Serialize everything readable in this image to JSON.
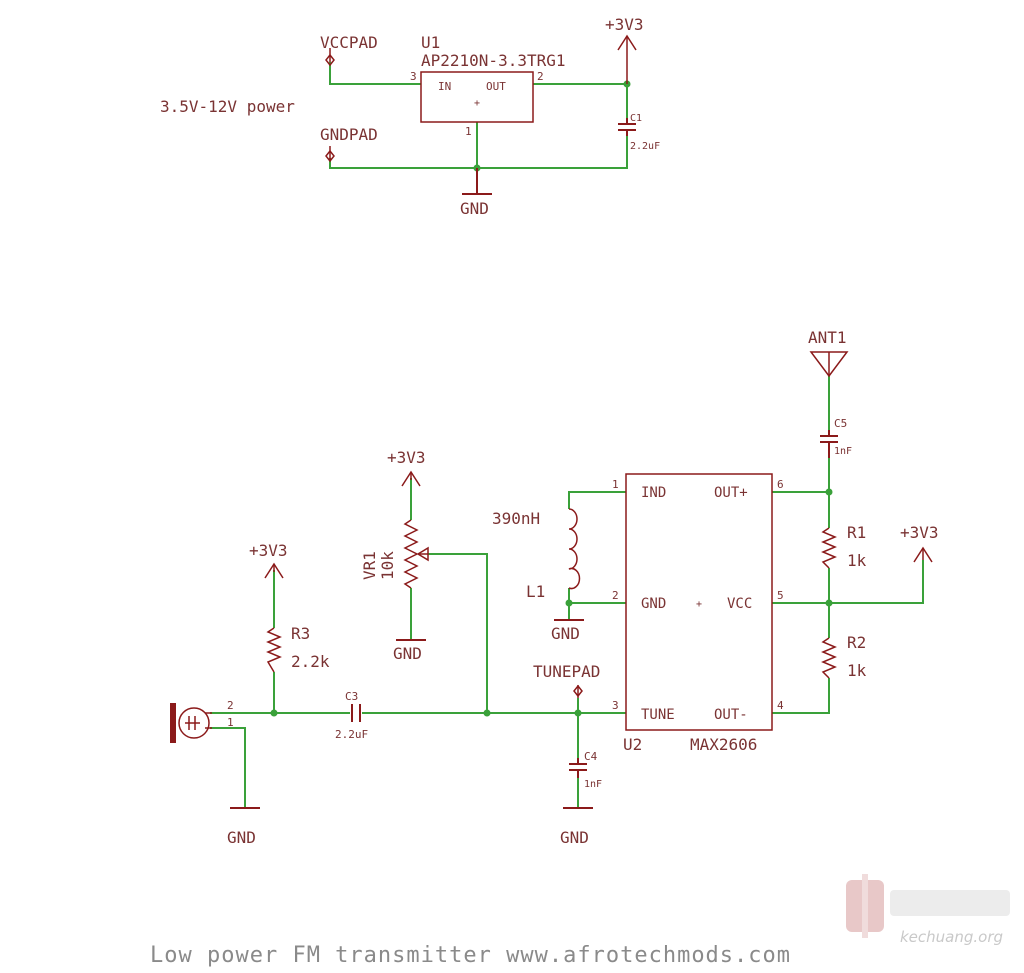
{
  "power": {
    "vccpad": "VCCPAD",
    "gndpad": "GNDPAD",
    "input_range": "3.5V-12V power",
    "reg_ref": "U1",
    "reg_part": "AP2210N-3.3TRG1",
    "reg_in": "IN",
    "reg_out": "OUT",
    "reg_pin_in": "3",
    "reg_pin_out": "2",
    "reg_pin_gnd": "1",
    "supply": "+3V3",
    "c1_ref": "C1",
    "c1_val": "2.2uF",
    "gnd": "GND"
  },
  "transmitter": {
    "ant_ref": "ANT1",
    "c5_ref": "C5",
    "c5_val": "1nF",
    "u2_ref": "U2",
    "u2_part": "MAX2606",
    "pin_ind": "IND",
    "pin_gnd": "GND",
    "pin_tune": "TUNE",
    "pin_outp": "OUT+",
    "pin_vcc": "VCC",
    "pin_outn": "OUT-",
    "pin1": "1",
    "pin2": "2",
    "pin3": "3",
    "pin4": "4",
    "pin5": "5",
    "pin6": "6",
    "l1_ref": "L1",
    "l1_val": "390nH",
    "r1_ref": "R1",
    "r1_val": "1k",
    "r2_ref": "R2",
    "r2_val": "1k",
    "vr1_ref": "VR1",
    "vr1_val": "10k",
    "r3_ref": "R3",
    "r3_val": "2.2k",
    "c3_ref": "C3",
    "c3_val": "2.2uF",
    "c4_ref": "C4",
    "c4_val": "1nF",
    "tunepad": "TUNEPAD",
    "mic_pin1": "1",
    "mic_pin2": "2",
    "supply": "+3V3",
    "gnd": "GND"
  },
  "footer": "Low power FM transmitter www.afrotechmods.com",
  "watermark": {
    "site": "kechuang.org"
  },
  "colors": {
    "symbol": "#8b1a1a",
    "wire": "#3aa13a",
    "text": "#7a3333"
  }
}
